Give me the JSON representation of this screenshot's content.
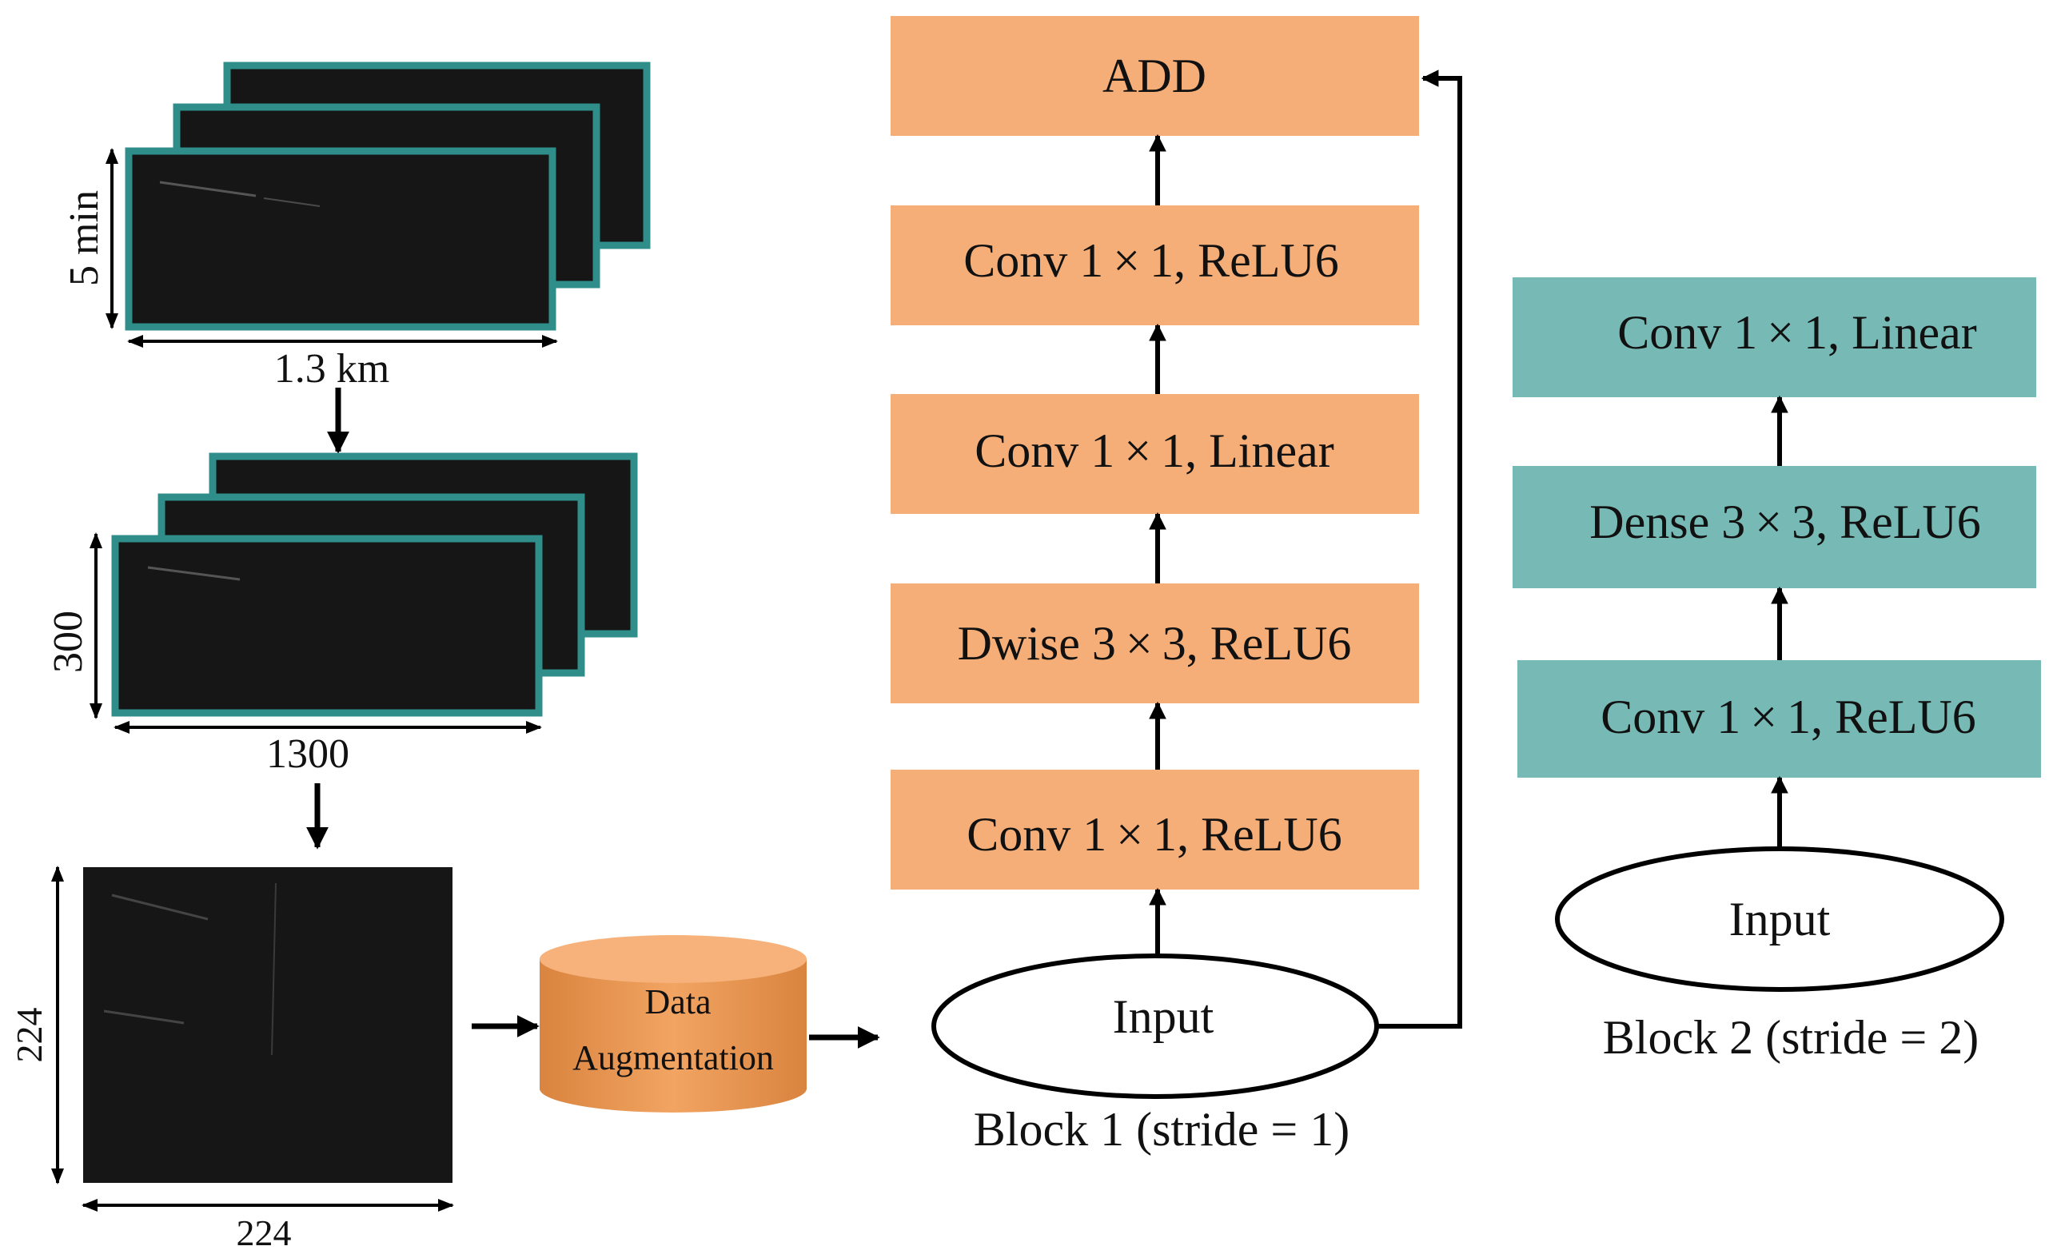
{
  "preprocessing": {
    "stage1": {
      "height_label": "5 min",
      "width_label": "1.3 km"
    },
    "stage2": {
      "height_label": "300",
      "width_label": "1300"
    },
    "stage3": {
      "height_label": "224",
      "width_label": "224"
    },
    "augmentation": {
      "line1": "Data",
      "line2": "Augmentation"
    }
  },
  "block1": {
    "caption": "Block 1 (stride = 1)",
    "input_label": "Input",
    "layers": [
      "Conv 1 × 1, ReLU6",
      "Dwise 3 × 3, ReLU6",
      "Conv 1 × 1, Linear",
      "Conv 1 × 1, ReLU6",
      "ADD"
    ]
  },
  "block2": {
    "caption": "Block 2 (stride = 2)",
    "input_label": "Input",
    "layers": [
      "Conv 1 × 1, ReLU6",
      "Dense 3 × 3, ReLU6",
      "Conv 1 × 1, Linear"
    ]
  },
  "colors": {
    "block1_fill": "#f5ae78",
    "block2_fill": "#76b9b5",
    "augmentation_fill": "#ee9a55",
    "frame_border": "#2f8e89",
    "frame_fill": "#161616"
  }
}
